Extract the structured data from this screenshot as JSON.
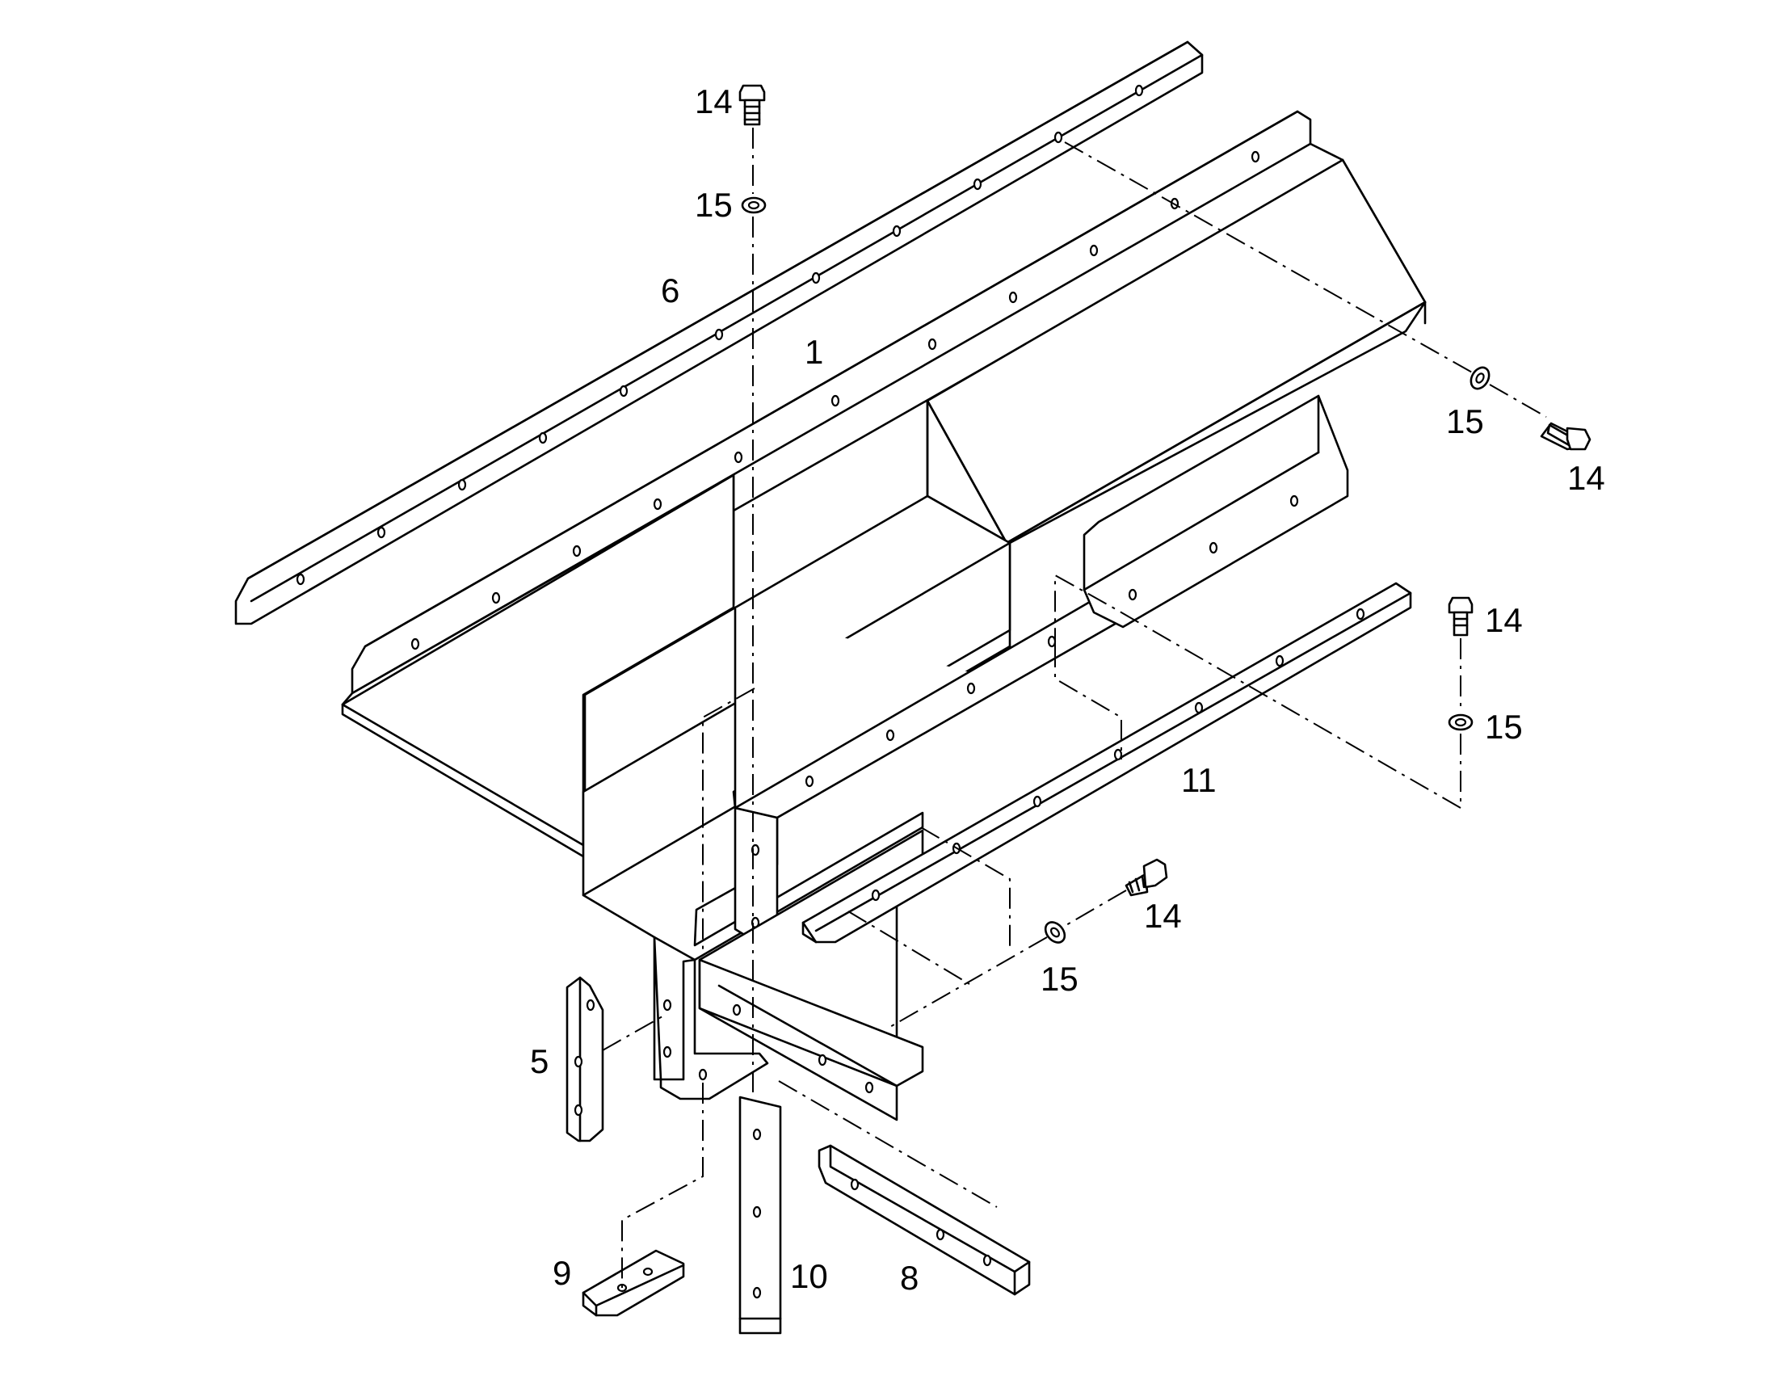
{
  "callouts": {
    "bolt_top": "14",
    "washer_top": "15",
    "strip_top_rail": "6",
    "main_plate": "1",
    "washer_right": "15",
    "bolt_right": "14",
    "bolt_mid_right": "14",
    "washer_mid_right": "15",
    "side_rail": "11",
    "bolt_center": "14",
    "washer_center": "15",
    "strip_vertical": "5",
    "block_small": "9",
    "strip_down": "10",
    "strip_diagonal": "8"
  },
  "colors": {
    "line": "#000000",
    "background": "#ffffff"
  }
}
